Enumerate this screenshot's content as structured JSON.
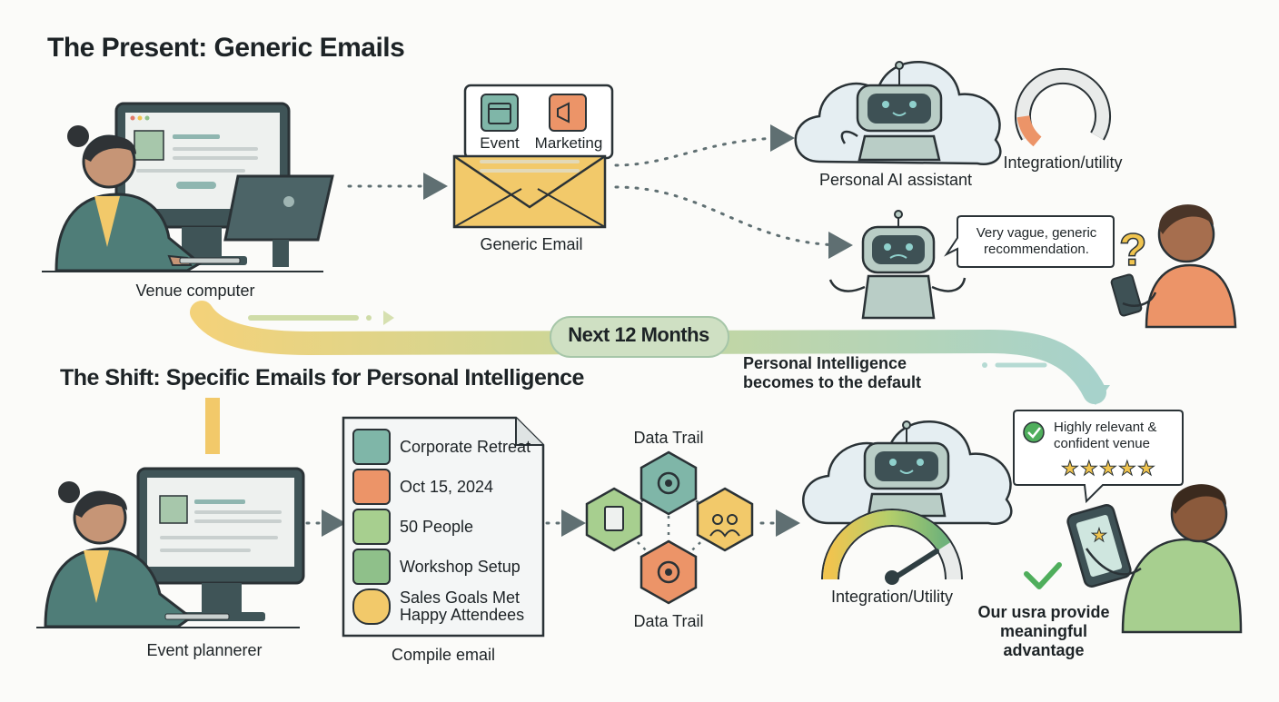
{
  "present": {
    "title": "The Present: Generic Emails",
    "venue_computer_label": "Venue computer",
    "email_tags": [
      "Event",
      "Marketing"
    ],
    "generic_email_label": "Generic Email",
    "assistant_label": "Personal AI assistant",
    "integration_label": "Integration/utility",
    "integration_level": 0.15,
    "vague_speech": "Very vague, generic recommendation."
  },
  "transition": {
    "badge": "Next 12 Months",
    "caption_line1": "Personal Intelligence",
    "caption_line2": "becomes to the default"
  },
  "shift": {
    "title": "The Shift: Specific Emails for Personal Intelligence",
    "planner_label": "Event plannerer",
    "compile_items": [
      "Corporate Retreat",
      "Oct 15, 2024",
      "50 People",
      "Workshop Setup",
      "Sales Goals Met Happy Attendees"
    ],
    "compile_icons": [
      "briefcase-icon",
      "calendar-icon",
      "people-icon",
      "presentation-icon",
      "smiley-icon"
    ],
    "compile_label": "Compile email",
    "data_trail_top": "Data Trail",
    "data_trail_bottom": "Data Trail",
    "integration_label": "Integration/Utility",
    "integration_level": 0.82,
    "relevant_speech_line1": "Highly relevant &",
    "relevant_speech_line2": "confident venue",
    "stars": 5,
    "advantage_line1": "Our usra provide",
    "advantage_line2": "meaningful",
    "advantage_line3": "advantage"
  },
  "colors": {
    "teal": "#4f7d78",
    "green": "#8fc08a",
    "orange": "#ec9468",
    "yellow": "#f2c96a",
    "cloud": "#e5eef2",
    "robot": "#b9cdc6"
  }
}
